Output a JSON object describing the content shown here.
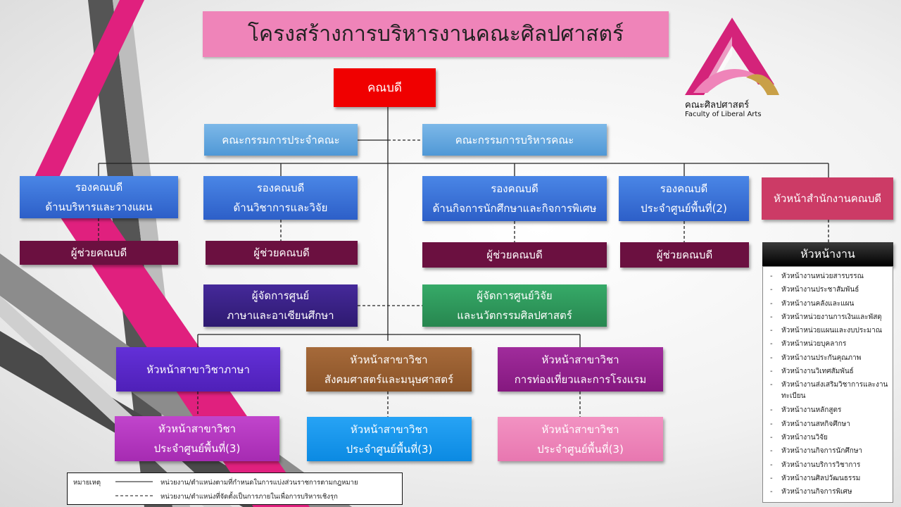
{
  "title": "โครงสร้างการบริหารงานคณะศิลปศาสตร์",
  "logo": {
    "name_th": "คณะศิลปศาสตร์",
    "name_en": "Faculty of Liberal Arts"
  },
  "dean": "คณบดี",
  "committees": [
    "คณะกรรมการประจำคณะ",
    "คณะกรรมการบริหารคณะ"
  ],
  "vice_deans": [
    {
      "line1": "รองคณบดี",
      "line2": "ด้านบริหารและวางแผน"
    },
    {
      "line1": "รองคณบดี",
      "line2": "ด้านวิชาการและวิจัย"
    },
    {
      "line1": "รองคณบดี",
      "line2": "ด้านกิจการนักศึกษาและกิจการพิเศษ"
    },
    {
      "line1": "รองคณบดี",
      "line2": "ประจำศูนย์พื้นที่(2)"
    }
  ],
  "office_head": "หัวหน้าสำนักงานคณบดี",
  "assistant_dean": "ผู้ช่วยคณบดี",
  "centers": [
    {
      "line1": "ผู้จัดการศูนย์",
      "line2": "ภาษาและอาเซียนศึกษา"
    },
    {
      "line1": "ผู้จัดการศูนย์วิจัย",
      "line2": "และนวัตกรรมศิลปศาสตร์"
    }
  ],
  "programs": [
    {
      "line1": "หัวหน้าสาขาวิชาภาษา",
      "line2": ""
    },
    {
      "line1": "หัวหน้าสาขาวิชา",
      "line2": "สังคมศาสตร์และมนุษศาสตร์"
    },
    {
      "line1": "หัวหน้าสาขาวิชา",
      "line2": "การท่องเที่ยวและการโรงแรม"
    }
  ],
  "campus_programs": [
    {
      "line1": "หัวหน้าสาขาวิชา",
      "line2": "ประจำศูนย์พื้นที่(3)"
    },
    {
      "line1": "หัวหน้าสาขาวิชา",
      "line2": "ประจำศูนย์พื้นที่(3)"
    },
    {
      "line1": "หัวหน้าสาขาวิชา",
      "line2": "ประจำศูนย์พื้นที่(3)"
    }
  ],
  "units_header": "หัวหน้างาน",
  "units": [
    "หัวหน้างานหน่วยสารบรรณ",
    "หัวหน้างานประชาสัมพันธ์",
    "หัวหน้างานคลังและแผน",
    "หัวหน้าหน่วยงานการเงินและพัสดุ",
    "หัวหน้าหน่วยแผนและงบประมาณ",
    "หัวหน้าหน่วยบุคลากร",
    "หัวหน้างานประกันคุณภาพ",
    "หัวหน้างานวิเทศสัมพันธ์",
    "หัวหน้างานส่งเสริมวิชาการและงานทะเบียน",
    "หัวหน้างานหลักสูตร",
    "หัวหน้างานสหกิจศึกษา",
    "หัวหน้างานวิจัย",
    "หัวหน้างานกิจการนักศึกษา",
    "หัวหน้างานบริการวิชาการ",
    "หัวหน้างานศิลปวัฒนธรรม",
    "หัวหน้างานกิจการพิเศษ"
  ],
  "legend": {
    "label": "หมายเหตุ",
    "solid": "หน่วยงาน/ตำแหน่งตามที่กำหนดในการแบ่งส่วนราชการตามกฎหมาย",
    "dashed": "หน่วยงาน/ตำแหน่งที่จัดตั้งเป็นการภายในเพื่อการบริหารเชิงรุก"
  },
  "colors": {
    "title_bg": "#ef84b9",
    "dean": "#f00000",
    "vice_dean": "#3a6fd8",
    "office_head": "#cc3b66",
    "assistant": "#6b1040",
    "center_lang": "#3a2085",
    "center_research": "#2e9a5c",
    "program_lang": "#5a25c8",
    "program_social": "#9b5e30",
    "program_tourism": "#92228f",
    "campus_1": "#b436c0",
    "campus_2": "#1396ee",
    "campus_3": "#ef84b9",
    "units_header": "#111111",
    "accent_pink": "#e0207e",
    "accent_gray": "#4a4a4a"
  }
}
